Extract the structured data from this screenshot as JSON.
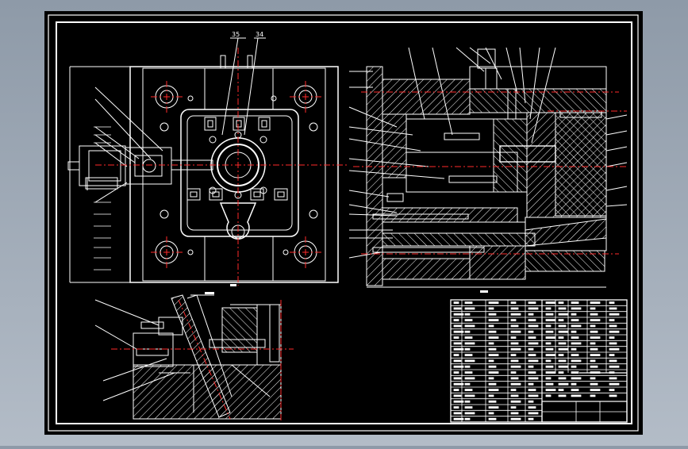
{
  "drawing": {
    "callouts_top": [
      "35",
      "34"
    ],
    "colors": {
      "sheet": "#000000",
      "line": "#ffffff",
      "centerline": "#ff2a2a",
      "background": "#a2acb8"
    }
  },
  "title_block": {
    "rows": 21,
    "left_cols": 4,
    "right_cols": 4
  }
}
